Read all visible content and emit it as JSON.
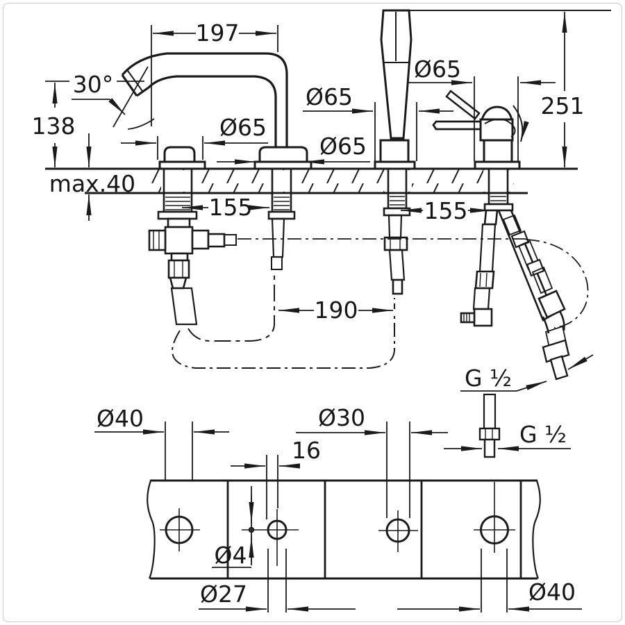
{
  "drawing": {
    "kind": "faucet-dimensional-drawing",
    "views": {
      "side_view": "bath-mixer-on-deck",
      "plan_view": "deck-hole-layout"
    },
    "dims": {
      "spout_reach": "197",
      "spout_angle": "30°",
      "spout_height": "138",
      "deck_thickness": "max.40",
      "escutcheon_1": "Ø65",
      "escutcheon_2": "Ø65",
      "escutcheon_3": "Ø65",
      "escutcheon_4": "Ø65",
      "overall_height": "251",
      "spacing_left": "155",
      "spacing_right": "155",
      "hose_length": "190",
      "thread_a": "G ½",
      "thread_b": "G ½",
      "hole_spout": "Ø40",
      "hole_shower": "Ø30",
      "pilot_offset": "16",
      "pilot_hole": "Ø4",
      "hole_handle": "Ø27",
      "hole_mixer": "Ø40"
    },
    "colors": {
      "ink": "#1a1a1a",
      "paper": "#ffffff",
      "frame": "#c9c9c9"
    }
  }
}
